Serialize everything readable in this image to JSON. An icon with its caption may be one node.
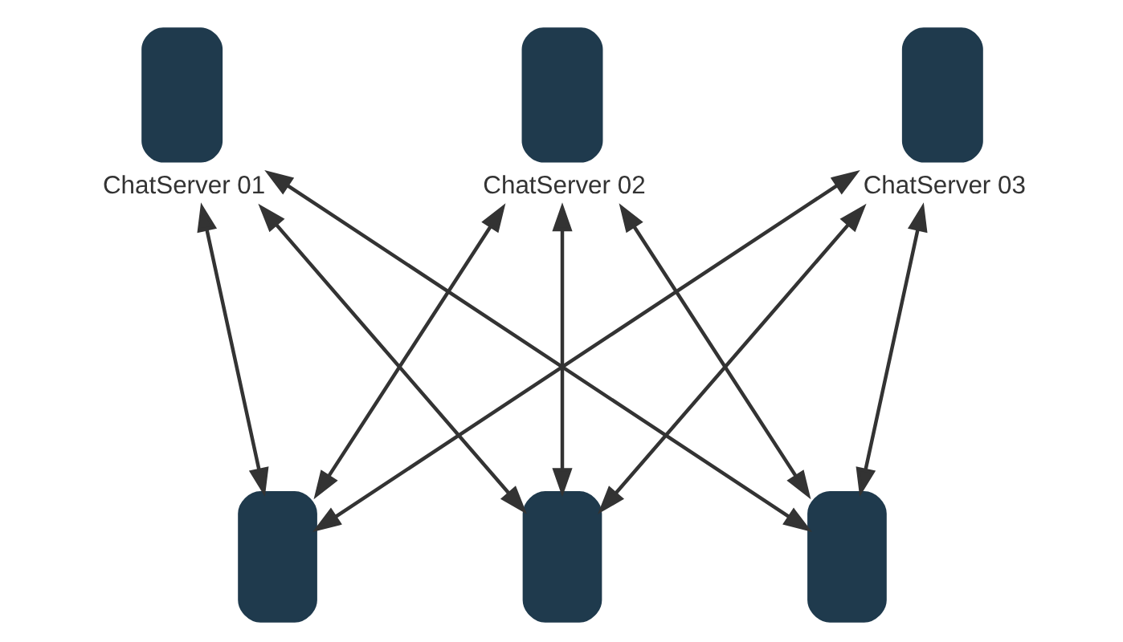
{
  "diagram": {
    "nodes": [
      {
        "text": [
          "ChatServer 01"
        ]
      },
      {
        "text": [
          "ChatServer 02"
        ]
      },
      {
        "text": [
          "ChatServer 03"
        ]
      },
      {
        "text": [],
        "shape": "box"
      },
      {
        "text": [],
        "shape": "box"
      },
      {
        "text": [],
        "shape": "box"
      }
    ],
    "edges": [
      {
        "from": 0,
        "to": 3,
        "arrow": "both"
      },
      {
        "from": 0,
        "to": 4,
        "arrow": "both"
      },
      {
        "from": 0,
        "to": 5,
        "arrow": "both"
      },
      {
        "from": 1,
        "to": 3,
        "arrow": "both"
      },
      {
        "from": 1,
        "to": 4,
        "arrow": "both"
      },
      {
        "from": 1,
        "to": 5,
        "arrow": "both"
      },
      {
        "from": 2,
        "to": 3,
        "arrow": "both"
      },
      {
        "from": 2,
        "to": 4,
        "arrow": "both"
      },
      {
        "from": 2,
        "to": 5,
        "arrow": "both"
      }
    ]
  }
}
